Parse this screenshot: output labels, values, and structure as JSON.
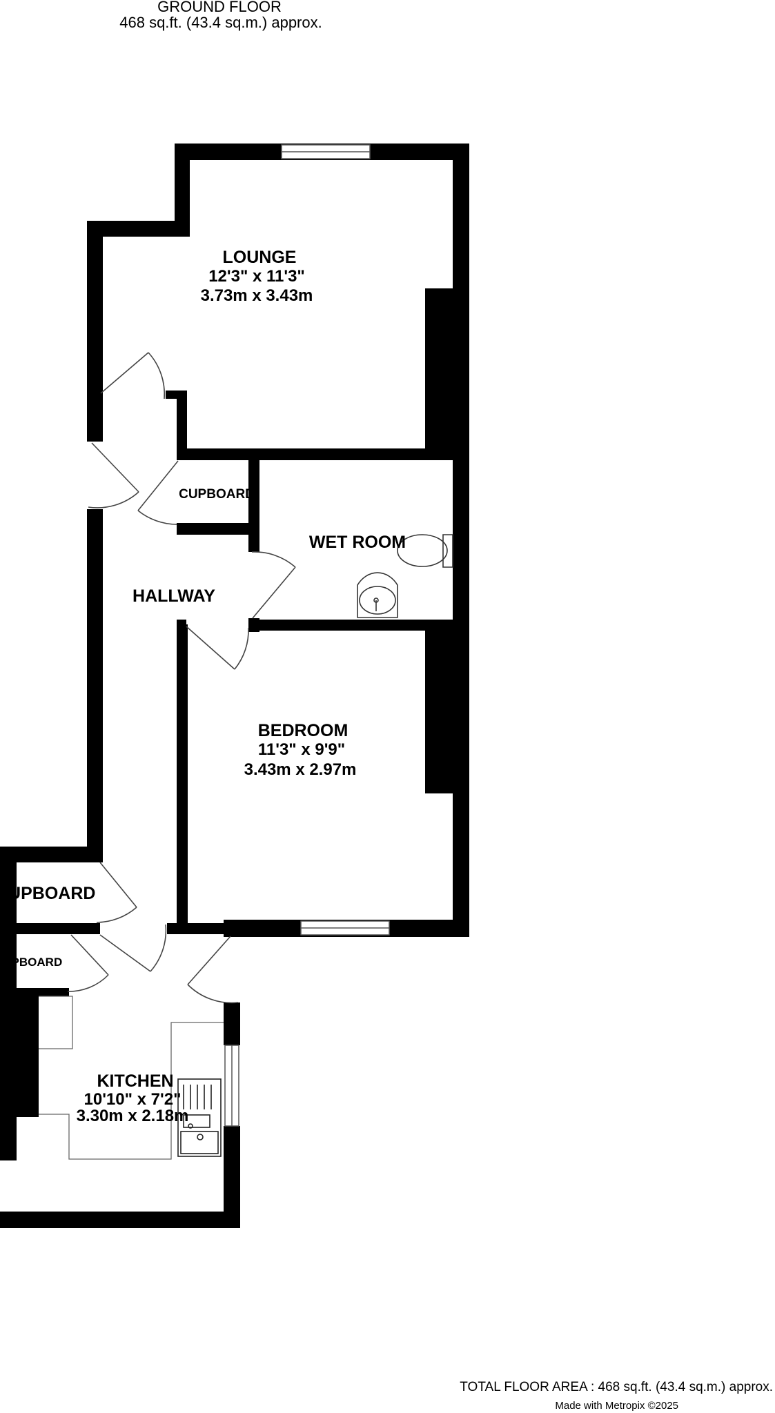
{
  "header": {
    "floor": "GROUND FLOOR",
    "area": "468 sq.ft. (43.4 sq.m.) approx."
  },
  "rooms": {
    "lounge": {
      "name": "LOUNGE",
      "imperial": "12'3\"  x 11'3\"",
      "metric": "3.73m  x 3.43m"
    },
    "bedroom": {
      "name": "BEDROOM",
      "imperial": "11'3\"  x 9'9\"",
      "metric": "3.43m  x 2.97m"
    },
    "kitchen": {
      "name": "KITCHEN",
      "imperial": "10'10\"  x 7'2\"",
      "metric": "3.30m  x 2.18m"
    },
    "hallway": {
      "name": "HALLWAY"
    },
    "wet_room": {
      "name": "WET ROOM"
    },
    "cupboard_hall": {
      "name": "CUPBOARD"
    },
    "cupboard_left": {
      "name": "CUPBOARD"
    },
    "cupboard_small": {
      "name": "CUPBOARD"
    }
  },
  "footer": {
    "total": "TOTAL FLOOR AREA : 468 sq.ft. (43.4 sq.m.) approx.",
    "credit": "Made with Metropix ©2025"
  },
  "colors": {
    "wall": "#000000",
    "fixture_line": "#555555",
    "background": "#ffffff"
  }
}
